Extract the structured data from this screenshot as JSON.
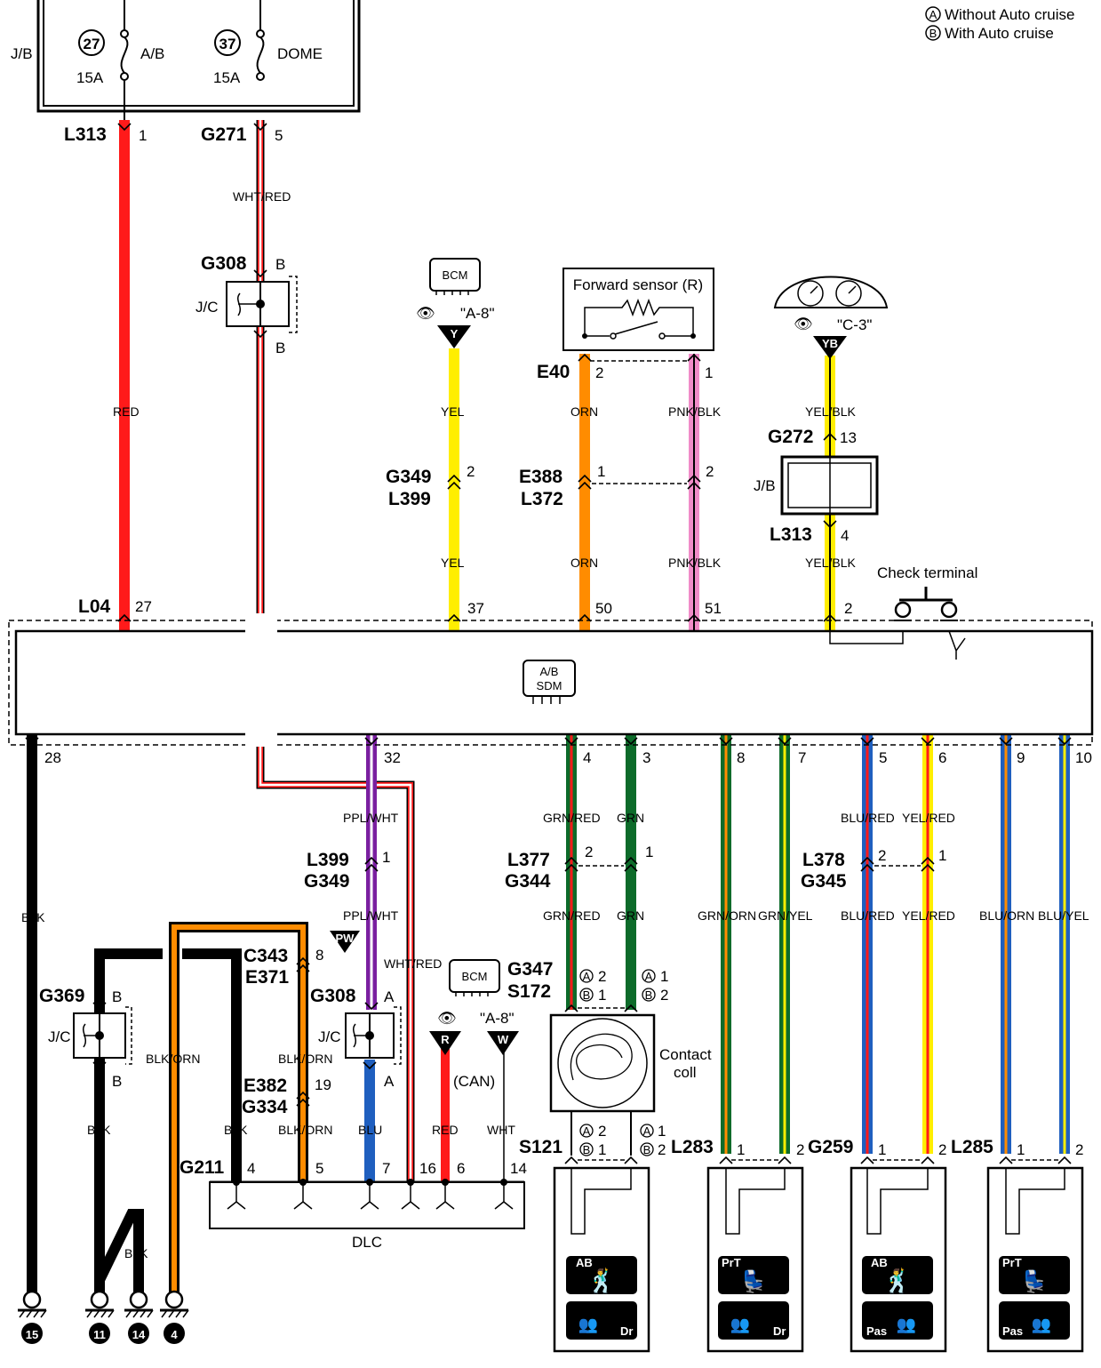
{
  "legend": {
    "a": "Without Auto cruise",
    "b": "With Auto cruise",
    "a_mark": "A",
    "b_mark": "B"
  },
  "fuses": {
    "jb_label": "J/B",
    "f1": {
      "num": "27",
      "name": "A/B",
      "amp": "15A"
    },
    "f2": {
      "num": "37",
      "name": "DOME",
      "amp": "15A"
    }
  },
  "connectors": {
    "L313_top": "L313",
    "L313_top_pin": "1",
    "G271": "G271",
    "G271_pin": "5",
    "G308_top": "G308",
    "jc": "J/C",
    "B": "B",
    "A": "A",
    "G349_1": "G349",
    "L399_1": "L399",
    "p2": "2",
    "E40": "E40",
    "E40_p1": "2",
    "E40_p2": "1",
    "E388": "E388",
    "L372": "L372",
    "p1": "1",
    "G272": "G272",
    "G272_pin": "13",
    "L313_mid": "L313",
    "L313_mid_pin": "4",
    "L04": "L04",
    "L04_pin": "27",
    "p37": "37",
    "p50": "50",
    "p51": "51",
    "p2b": "2",
    "p28": "28",
    "p32": "32",
    "p4": "4",
    "p3": "3",
    "p8": "8",
    "p7": "7",
    "p5": "5",
    "p6": "6",
    "p9": "9",
    "p10": "10",
    "L399_2": "L399",
    "G349_2": "G349",
    "L377": "L377",
    "G344": "G344",
    "L378": "L378",
    "G345": "G345",
    "C343": "C343",
    "E371": "E371",
    "C343_pin": "8",
    "G308_bot": "G308",
    "G369": "G369",
    "E382": "E382",
    "G334": "G334",
    "E382_pin": "19",
    "G347": "G347",
    "S172": "S172",
    "S121": "S121",
    "L283": "L283",
    "G259": "G259",
    "L285": "L285",
    "G211": "G211",
    "dlc_p4": "4",
    "dlc_p5": "5",
    "dlc_p7": "7",
    "dlc_p16": "16",
    "dlc_p6": "6",
    "dlc_p14": "14"
  },
  "wires": {
    "red": "RED",
    "wht_red": "WHT/RED",
    "yel": "YEL",
    "orn": "ORN",
    "pnk_blk": "PNK/BLK",
    "yel_blk": "YEL/BLK",
    "blk": "BLK",
    "ppl_wht": "PPL/WHT",
    "grn_red": "GRN/RED",
    "grn": "GRN",
    "grn_orn": "GRN/ORN",
    "grn_yel": "GRN/YEL",
    "blu_red": "BLU/RED",
    "yel_red": "YEL/RED",
    "blu_orn": "BLU/ORN",
    "blu_yel": "BLU/YEL",
    "blk_orn": "BLK/ORN",
    "blu": "BLU",
    "wht": "WHT"
  },
  "components": {
    "bcm": "BCM",
    "bcm_ref": "\"A-8\"",
    "meter_ref": "\"C-3\"",
    "fwd_sensor": "Forward sensor (R)",
    "check_terminal": "Check terminal",
    "sdm1": "A/B",
    "sdm2": "SDM",
    "dlc": "DLC",
    "can": "(CAN)",
    "contact1": "Contact",
    "contact2": "coll",
    "flag_y": "Y",
    "flag_yb": "YB",
    "flag_pw": "PW",
    "flag_r": "R",
    "flag_w": "W",
    "ab_tag": "AB",
    "prt_tag": "PrT",
    "dr_tag": "Dr",
    "pas_tag": "Pas"
  },
  "dual_pins": {
    "a2": "2",
    "b1": "1",
    "a1": "1",
    "b2": "2"
  },
  "grounds": [
    "15",
    "11",
    "14",
    "4"
  ]
}
